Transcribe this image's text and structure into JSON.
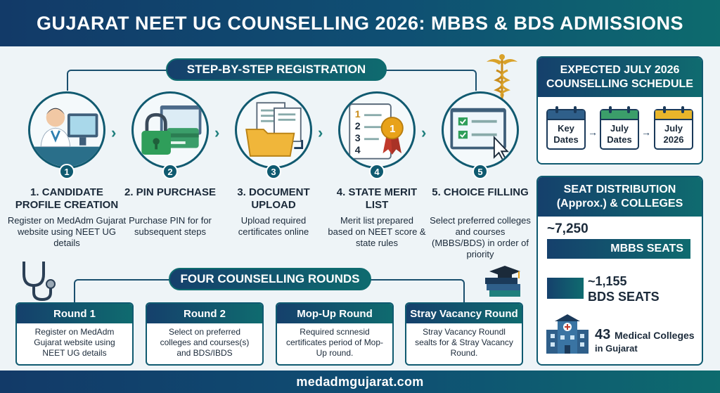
{
  "header": {
    "title": "GUJARAT NEET UG COUNSELLING 2026: MBBS & BDS ADMISSIONS"
  },
  "registration": {
    "title": "STEP-BY-STEP REGISTRATION",
    "steps": [
      {
        "num": "1",
        "title": "1. CANDIDATE PROFILE CREATION",
        "desc": "Register on MedAdm Gujarat website using NEET UG details"
      },
      {
        "num": "2",
        "title": "2. PIN PURCHASE",
        "desc": "Purchase PIN for for subsequent steps"
      },
      {
        "num": "3",
        "title": "3. DOCUMENT UPLOAD",
        "desc": "Upload required certificates online"
      },
      {
        "num": "4",
        "title": "4. STATE MERIT LIST",
        "desc": "Merit list prepared based on NEET score & state rules"
      },
      {
        "num": "5",
        "title": "5. CHOICE FILLING",
        "desc": "Select preferred colleges and courses (MBBS/BDS) in order of priority"
      }
    ],
    "merit_icon_numbers": [
      "1",
      "2",
      "3",
      "4"
    ],
    "medal_label": "1"
  },
  "rounds": {
    "title": "FOUR COUNSELLING ROUNDS",
    "items": [
      {
        "name": "Round 1",
        "desc": "Register on MedAdm Gujarat website using NEET UG details"
      },
      {
        "name": "Round 2",
        "desc": "Select on preferred colleges and courses(s) and BDS/IBDS"
      },
      {
        "name": "Mop-Up Round",
        "desc": "Required scnnesid certificates period of Mop-Up round."
      },
      {
        "name": "Stray Vacancy Round",
        "desc": "Stray Vacancy Roundl sealts for & Stray Vacancy Round."
      }
    ]
  },
  "schedule": {
    "title": "EXPECTED JULY 2026 COUNSELLING SCHEDULE",
    "calendars": [
      "Key Dates",
      "July Dates",
      "July 2026"
    ]
  },
  "seats": {
    "title": "SEAT DISTRIBUTION (Approx.) & COLLEGES",
    "mbbs_count": "~7,250",
    "mbbs_label": "MBBS SEATS",
    "bds_count": "~1,155",
    "bds_label": "BDS SEATS",
    "colleges_count": "43",
    "colleges_label": "Medical Colleges",
    "colleges_sub": "in Gujarat"
  },
  "footer": {
    "website": "medadmgujarat.com"
  },
  "colors": {
    "navy": "#15406c",
    "teal": "#0f6b6f",
    "accent_green": "#2f9e5a",
    "gold": "#e8a21a"
  }
}
